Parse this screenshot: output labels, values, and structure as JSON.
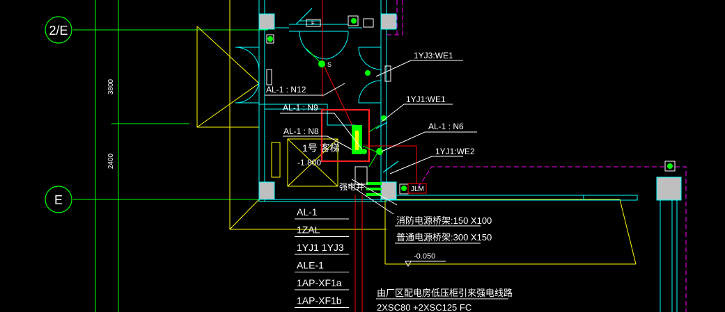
{
  "grid": {
    "axis_upper": "2/E",
    "axis_lower": "E",
    "dim_upper": "3800",
    "dim_lower": "2400"
  },
  "labels": {
    "n12": "AL-1  : N12",
    "n9": "AL-1  : N9",
    "n8": "AL-1  : N8",
    "n6": "AL-1  : N6",
    "yj3_we1": "1YJ3:WE1",
    "yj1_we1": "1YJ1:WE1",
    "yj1_we2": "1YJ1:WE2",
    "switch_s": "S",
    "small_f": "F",
    "elevator": "1号 客梯",
    "elevator_level": "-1.800",
    "shaft": "强电井",
    "jlm": "JLM",
    "fire_tray": "消防电源桥架:150 X100",
    "normal_tray": "普通电源桥架:300 X150",
    "level": "-0.050",
    "incoming": "由厂区配电房低压柜引来强电线路",
    "cable_spec": "2XSC80 +2XSC125  FC"
  },
  "panel_list": [
    "AL-1",
    "1ZAL",
    "1YJ1  1YJ3",
    "ALE-1",
    "1AP-XF1a",
    "1AP-XF1b"
  ],
  "colors": {
    "wall_cyan": "#00ffff",
    "wall_yellow": "#ffff00",
    "axis_green": "#00ff00",
    "text_white": "#ffffff",
    "dashed_magenta": "#ff00ff",
    "red_line": "#ff0000",
    "highlight_box": "#ff2020",
    "column_grey": "#bfbfbf"
  }
}
